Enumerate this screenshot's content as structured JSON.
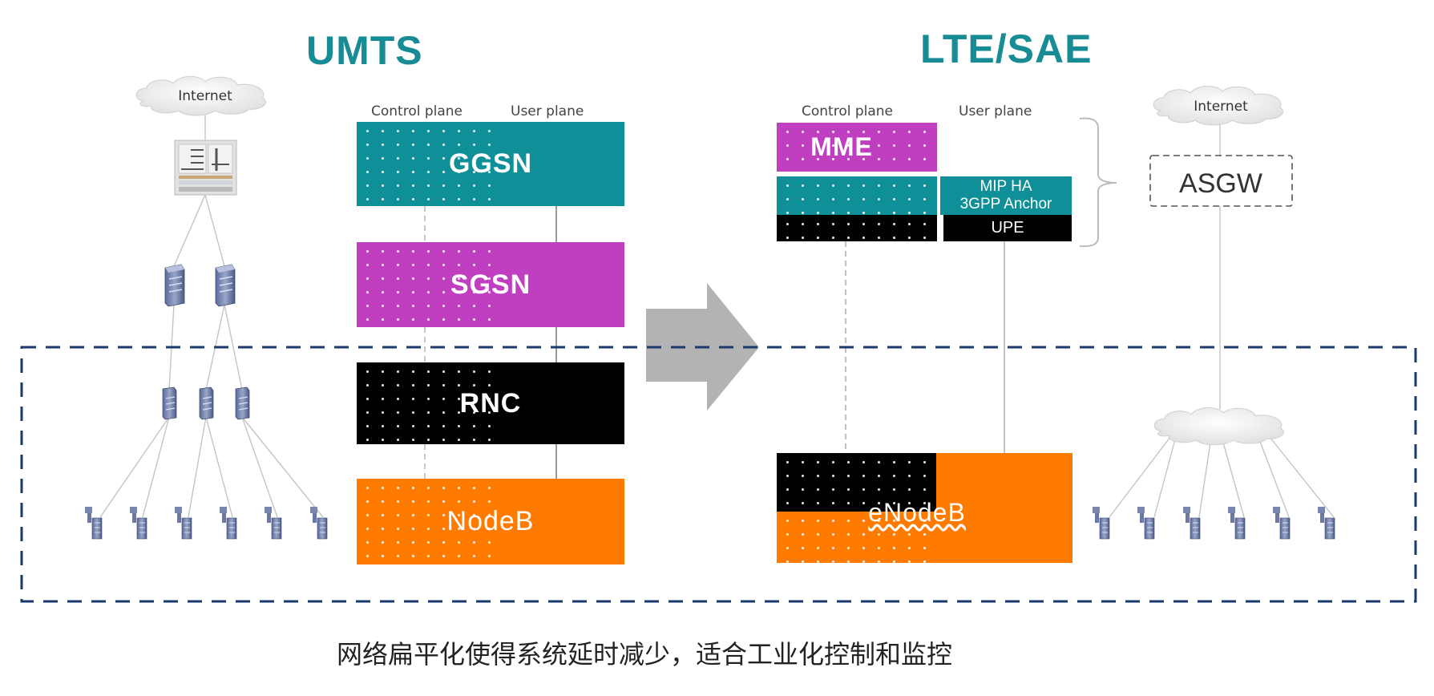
{
  "umts": {
    "title": "UMTS",
    "internet_label": "Internet",
    "control_plane_label": "Control plane",
    "user_plane_label": "User plane",
    "nodes": [
      {
        "label": "GGSN",
        "color": "#0f9098"
      },
      {
        "label": "SGSN",
        "color": "#c03fc0"
      },
      {
        "label": "RNC",
        "color": "#000000"
      },
      {
        "label": "NodeB",
        "color": "#ff7b00"
      }
    ]
  },
  "lte": {
    "title": "LTE/SAE",
    "internet_label": "Internet",
    "control_plane_label": "Control plane",
    "user_plane_label": "User plane",
    "mme": {
      "label": "MME",
      "color": "#c03fc0"
    },
    "anchor": {
      "line1": "MIP HA",
      "line2": "3GPP Anchor",
      "color": "#0f9098"
    },
    "upe": {
      "label": "UPE",
      "color": "#000000"
    },
    "enodeb": {
      "label": "eNodeB",
      "color": "#ff7b00"
    },
    "asgw_label": "ASGW"
  },
  "arrow_color": "#b3b3b3",
  "dashed_box_color": "#1a3a6b",
  "caption": "网络扁平化使得系统延时减少，适合工业化控制和监控"
}
